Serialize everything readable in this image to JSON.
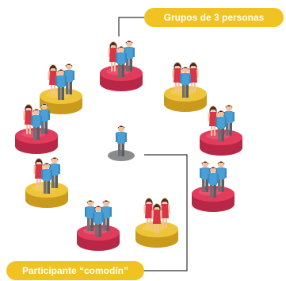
{
  "labels": {
    "groups": "Grupos de 3 personas",
    "wildcard": "Participante “comodín”"
  },
  "colors": {
    "callout": "#f0c323",
    "platform_red": "#e23c5c",
    "platform_yellow": "#eec53a",
    "platform_gray": "#8b8b8b",
    "shirt_blue": "#4a9fd4",
    "dress_red": "#d83646",
    "pants_gray": "#6d6f75",
    "connector_line": "#333333"
  },
  "groups": [
    {
      "platform": "red",
      "people": [
        "woman",
        "man",
        "man"
      ]
    },
    {
      "platform": "yellow",
      "people": [
        "woman",
        "woman",
        "man"
      ]
    },
    {
      "platform": "yellow",
      "people": [
        "woman",
        "man",
        "man"
      ]
    },
    {
      "platform": "red",
      "people": [
        "woman",
        "man",
        "man"
      ]
    },
    {
      "platform": "red",
      "people": [
        "woman",
        "man",
        "man"
      ]
    },
    {
      "platform": "red",
      "people": [
        "man",
        "man",
        "man"
      ]
    },
    {
      "platform": "yellow",
      "people": [
        "woman",
        "man",
        "man"
      ]
    },
    {
      "platform": "red",
      "people": [
        "man",
        "man",
        "man"
      ]
    },
    {
      "platform": "yellow",
      "people": [
        "woman",
        "woman",
        "woman"
      ]
    }
  ],
  "center": {
    "platform": "gray",
    "people": [
      "man"
    ]
  }
}
